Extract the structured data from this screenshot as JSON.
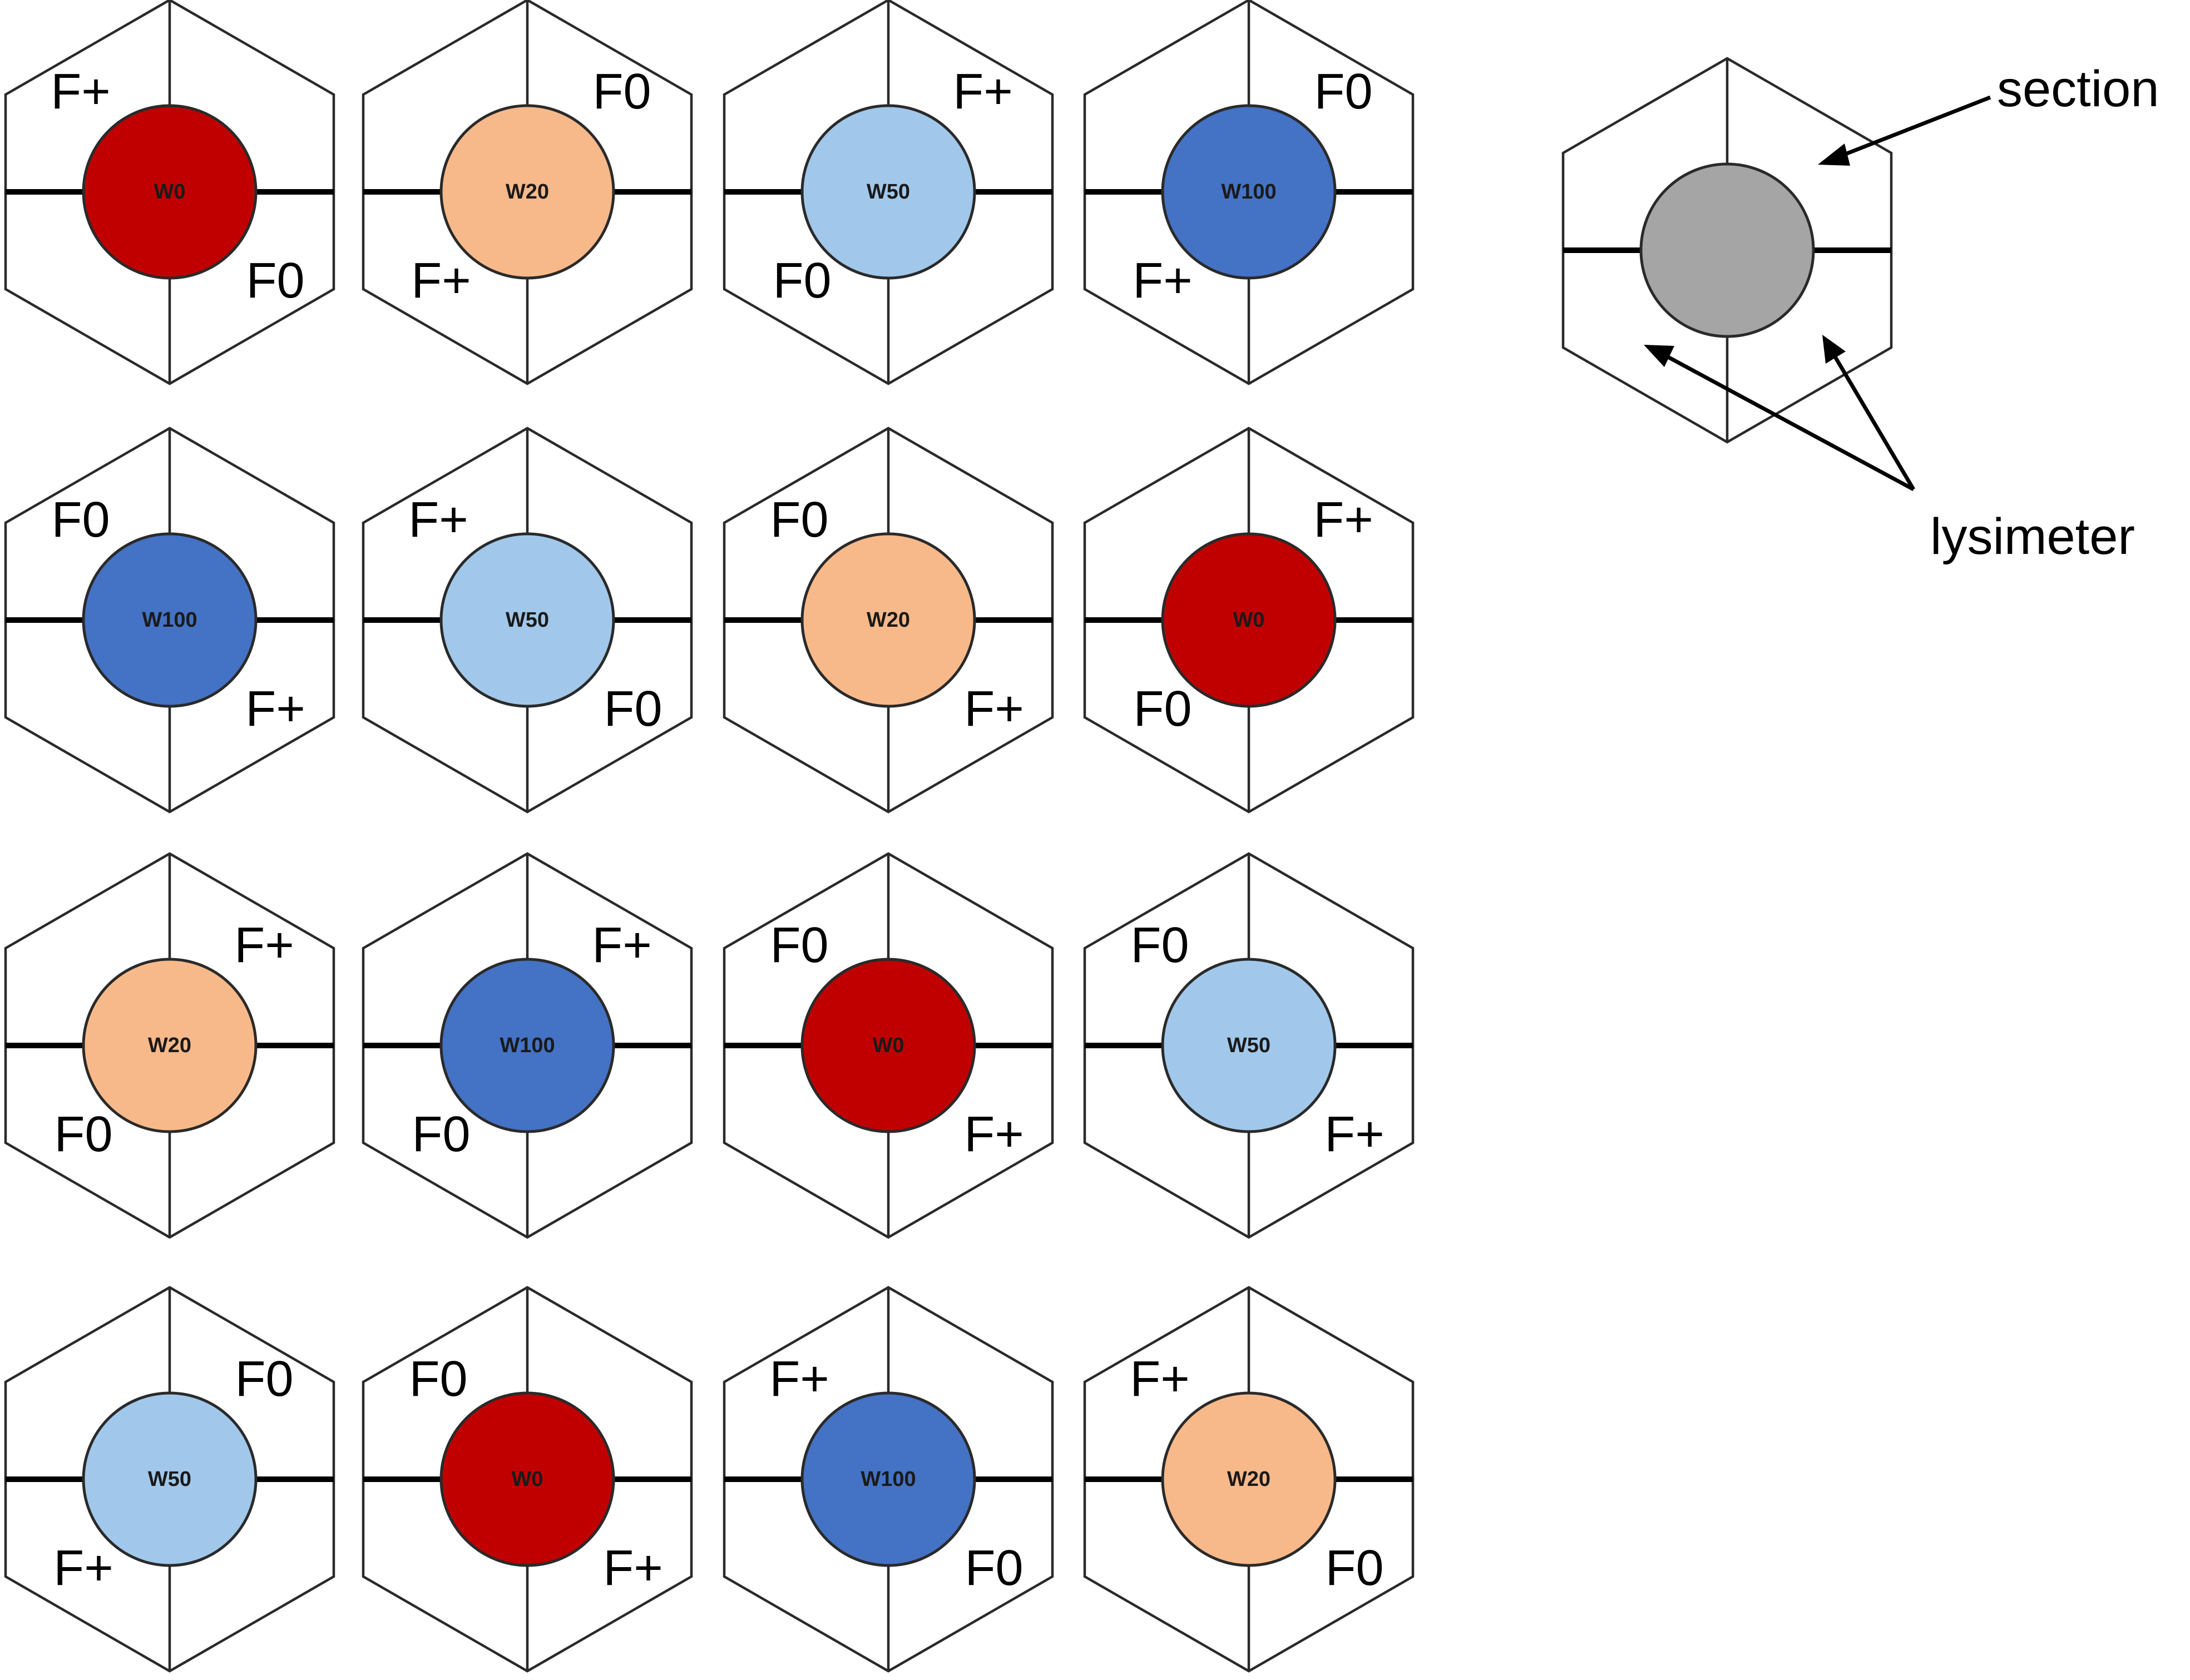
{
  "colors": {
    "W0": "#c00000",
    "W20": "#f8b98a",
    "W50": "#a1c8ea",
    "W100": "#4472c4",
    "legend": "#a6a5a6"
  },
  "plots": [
    {
      "treatment": "W0",
      "top_label": "F+",
      "top_side": "left",
      "bottom_label": "F0",
      "bottom_side": "right"
    },
    {
      "treatment": "W20",
      "top_label": "F0",
      "top_side": "right",
      "bottom_label": "F+",
      "bottom_side": "left"
    },
    {
      "treatment": "W50",
      "top_label": "F+",
      "top_side": "right",
      "bottom_label": "F0",
      "bottom_side": "left"
    },
    {
      "treatment": "W100",
      "top_label": "F0",
      "top_side": "right",
      "bottom_label": "F+",
      "bottom_side": "left"
    },
    {
      "treatment": "W100",
      "top_label": "F0",
      "top_side": "left",
      "bottom_label": "F+",
      "bottom_side": "right"
    },
    {
      "treatment": "W50",
      "top_label": "F+",
      "top_side": "left",
      "bottom_label": "F0",
      "bottom_side": "right"
    },
    {
      "treatment": "W20",
      "top_label": "F0",
      "top_side": "left",
      "bottom_label": "F+",
      "bottom_side": "right"
    },
    {
      "treatment": "W0",
      "top_label": "F+",
      "top_side": "right",
      "bottom_label": "F0",
      "bottom_side": "left"
    },
    {
      "treatment": "W20",
      "top_label": "F+",
      "top_side": "right",
      "bottom_label": "F0",
      "bottom_side": "left"
    },
    {
      "treatment": "W100",
      "top_label": "F+",
      "top_side": "right",
      "bottom_label": "F0",
      "bottom_side": "left"
    },
    {
      "treatment": "W0",
      "top_label": "F0",
      "top_side": "left",
      "bottom_label": "F+",
      "bottom_side": "right"
    },
    {
      "treatment": "W50",
      "top_label": "F0",
      "top_side": "left",
      "bottom_label": "F+",
      "bottom_side": "right"
    },
    {
      "treatment": "W50",
      "top_label": "F0",
      "top_side": "right",
      "bottom_label": "F+",
      "bottom_side": "left"
    },
    {
      "treatment": "W0",
      "top_label": "F0",
      "top_side": "left",
      "bottom_label": "F+",
      "bottom_side": "right"
    },
    {
      "treatment": "W100",
      "top_label": "F+",
      "top_side": "left",
      "bottom_label": "F0",
      "bottom_side": "right"
    },
    {
      "treatment": "W20",
      "top_label": "F+",
      "top_side": "left",
      "bottom_label": "F0",
      "bottom_side": "right"
    }
  ],
  "legend": {
    "section_label": "section",
    "lysimeter_label": "lysimeter"
  }
}
